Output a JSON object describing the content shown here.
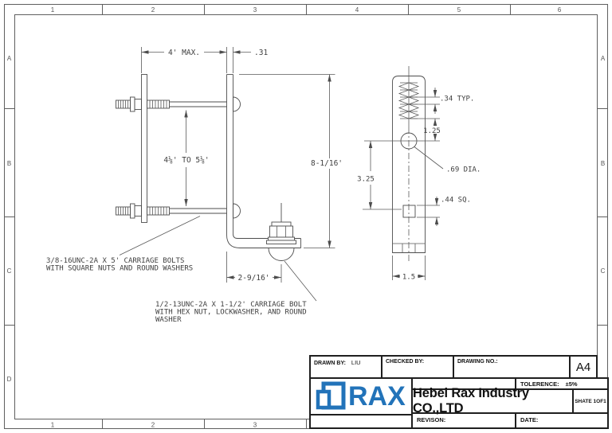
{
  "sheet": {
    "zone_columns": [
      "1",
      "2",
      "3",
      "4",
      "5",
      "6"
    ],
    "zone_columns_bottom": [
      "1",
      "2",
      "3"
    ],
    "zone_rows_left": [
      "A",
      "B",
      "C",
      "D"
    ],
    "zone_rows_right": [
      "A",
      "B",
      "C"
    ]
  },
  "drawing": {
    "left_view": {
      "dim_width_max": "4' MAX.",
      "dim_plate_thickness": ".31",
      "dim_adjust_range": "4⅛' TO 5⅛'",
      "dim_height": "8-1/16'",
      "dim_bolt_offset": "2-9/16'",
      "callout_u_bolts_line1": "3/8-16UNC-2A X 5' CARRIAGE BOLTS",
      "callout_u_bolts_line2": "WITH SQUARE NUTS AND ROUND WASHERS",
      "callout_carriage_line1": "1/2-13UNC-2A X 1-1/2' CARRIAGE BOLT",
      "callout_carriage_line2": "WITH HEX NUT, LOCKWASHER, AND ROUND",
      "callout_carriage_line3": "WASHER"
    },
    "side_view": {
      "dim_serration_pitch": ".34 TYP.",
      "dim_hole_spacing": "1.25",
      "dim_hole_dia": ".69 DIA.",
      "dim_square_spacing": "3.25",
      "dim_square_hole": ".44 SQ.",
      "dim_plate_width": "1.5"
    }
  },
  "title_block": {
    "drawn_by_label": "DRAWN BY:",
    "drawn_by_value": "LIU",
    "checked_by_label": "CHECKED BY:",
    "drawing_no_label": "DRAWING NO.:",
    "paper_size": "A4",
    "tolerance_label": "TOLERENCE:",
    "tolerance_value": "±5%",
    "company_name": "Hebei Rax Industry CO.,LTD",
    "sheet_label": "SHATE 1OF1",
    "revision_label": "REVISON:",
    "date_label": "DATE:",
    "logo_text": "RAX",
    "logo_color": "#2273b9"
  }
}
